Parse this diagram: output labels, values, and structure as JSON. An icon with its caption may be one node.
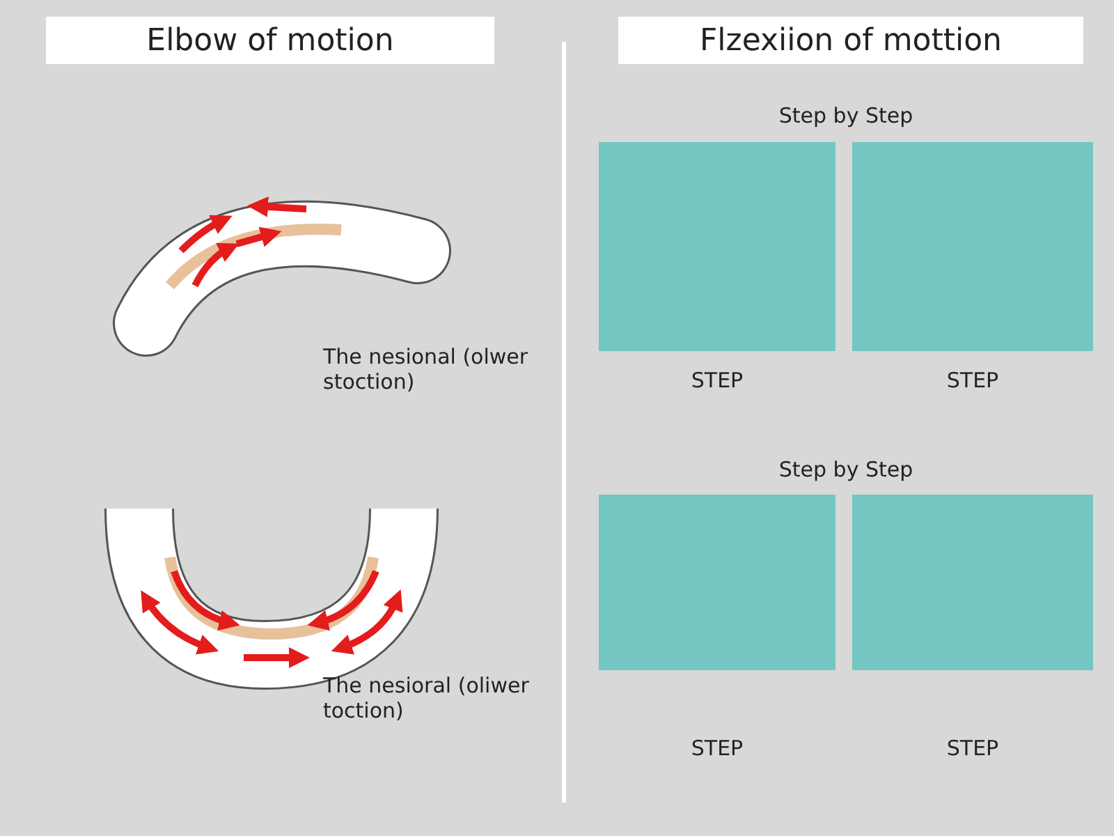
{
  "diagram": {
    "nodes": [
      {
        "text": [
          "Elbow of motion"
        ]
      },
      {
        "text": [
          "Flzexiion of mottion"
        ]
      }
    ],
    "edges": [],
    "labels": [
      "Step by Step",
      "The nesional (olwer stoction)",
      "STEP",
      "STEP",
      "Step by Step",
      "The nesioral (oliwer toction)",
      "STEP",
      "STEP"
    ]
  }
}
